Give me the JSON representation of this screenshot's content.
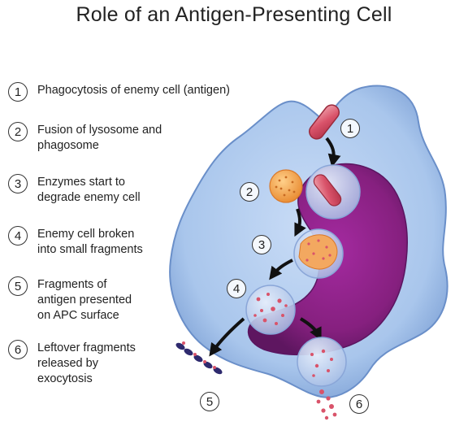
{
  "title": "Role of an Antigen-Presenting Cell",
  "steps": [
    {
      "num": "1",
      "text": "Phagocytosis of enemy cell (antigen)"
    },
    {
      "num": "2",
      "text": "Fusion of lysosome and\nphagosome"
    },
    {
      "num": "3",
      "text": "Enzymes start to\ndegrade enemy cell"
    },
    {
      "num": "4",
      "text": "Enemy cell broken\ninto small fragments"
    },
    {
      "num": "5",
      "text": "Fragments of\nantigen presented\non APC surface"
    },
    {
      "num": "6",
      "text": "Leftover fragments\nreleased by\nexocytosis"
    }
  ],
  "diagram_labels": [
    "1",
    "2",
    "3",
    "4",
    "5",
    "6"
  ],
  "colors": {
    "cell_fill": "#a9c6ec",
    "nucleus": "#8b1f86",
    "antigen": "#d9536a",
    "lysosome": "#f0a24a",
    "arrow": "#111111"
  }
}
